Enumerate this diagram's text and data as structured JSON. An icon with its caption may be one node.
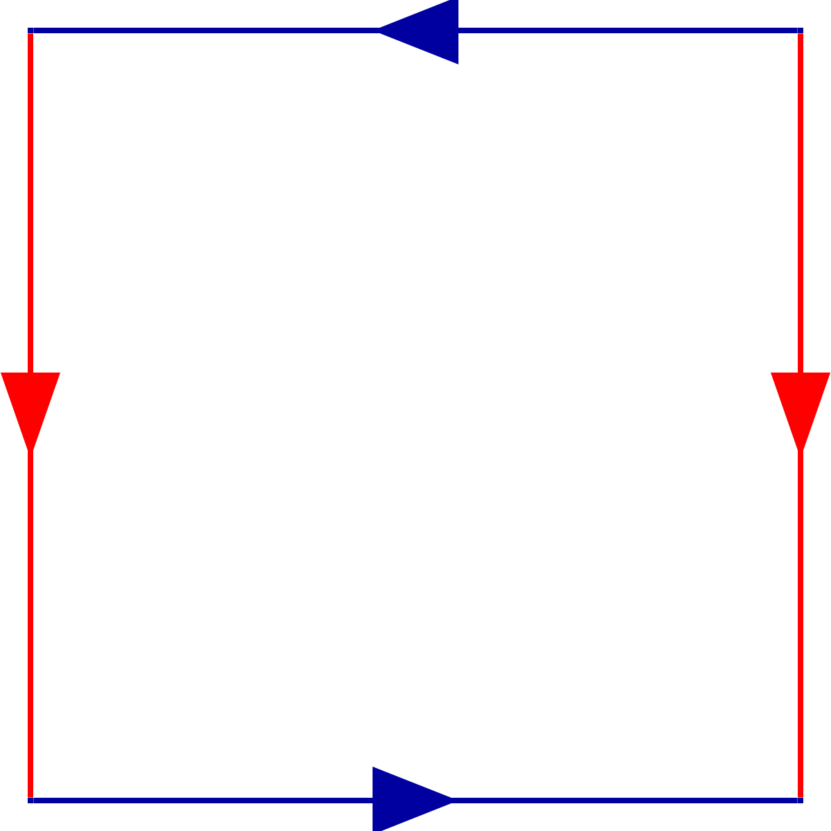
{
  "diagram": {
    "nodes": [
      {
        "text": [],
        "shape": "point"
      },
      {
        "text": [],
        "shape": "point"
      },
      {
        "text": [],
        "shape": "point"
      },
      {
        "text": [],
        "shape": "point"
      }
    ],
    "edges": [
      {
        "from": 1,
        "to": 0,
        "arrow": "to",
        "color": "#0000a0"
      },
      {
        "from": 0,
        "to": 2,
        "arrow": "to",
        "color": "#ff0000"
      },
      {
        "from": 2,
        "to": 3,
        "arrow": "to",
        "color": "#0000a0"
      },
      {
        "from": 1,
        "to": 3,
        "arrow": "to",
        "color": "#ff0000"
      }
    ]
  }
}
